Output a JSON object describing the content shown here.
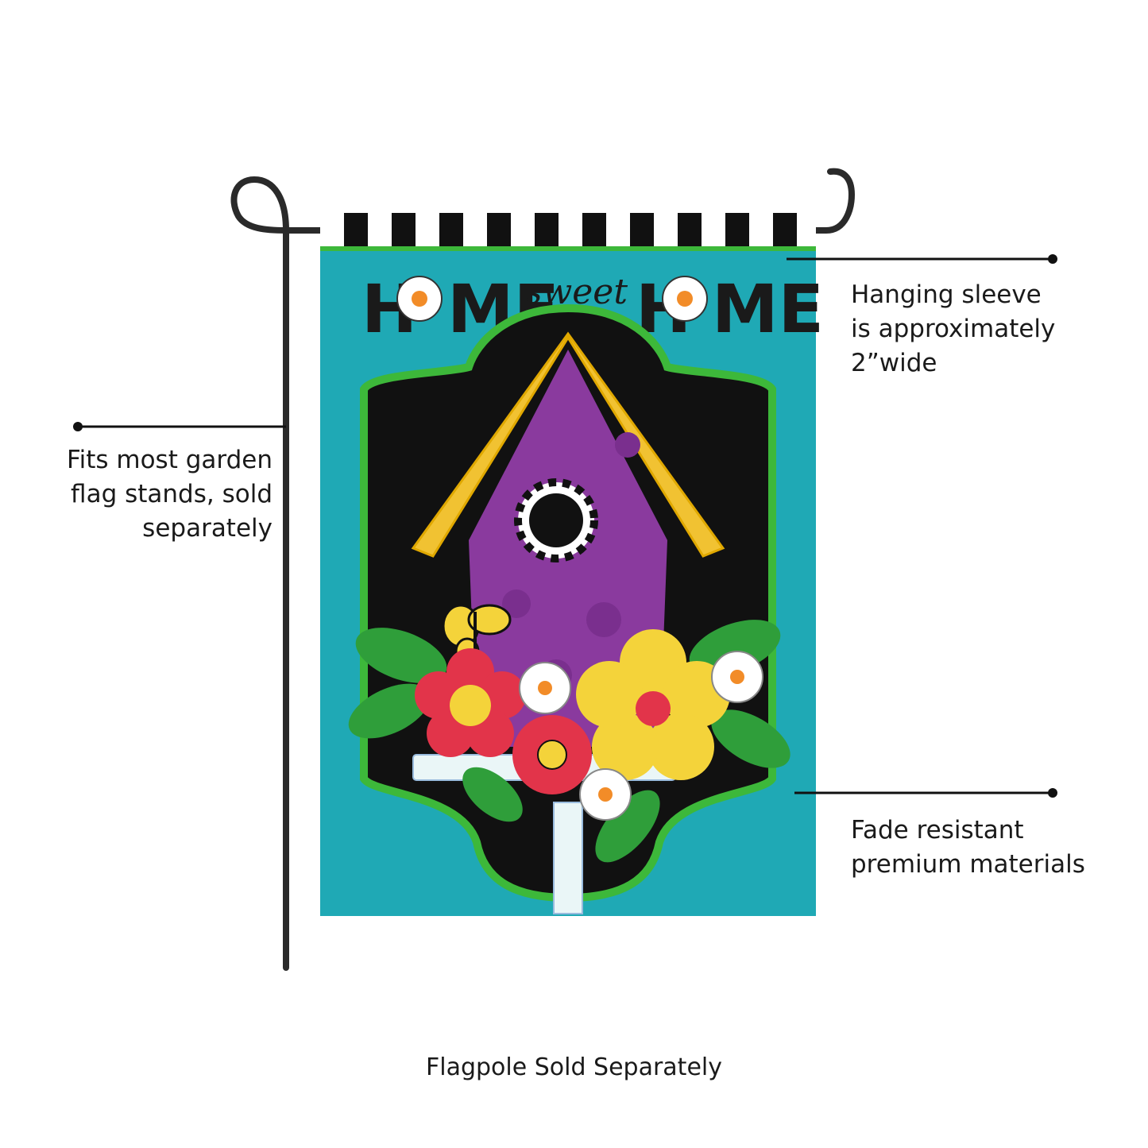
{
  "callouts": {
    "sleeve": {
      "line1": "Hanging sleeve",
      "line2": "is approximately",
      "line3": "2”wide"
    },
    "stands": {
      "line1": "Fits most garden",
      "line2": "flag stands, sold",
      "line3": "separately"
    },
    "fade": {
      "line1": "Fade resistant",
      "line2": "premium materials"
    }
  },
  "footer_note": "Flagpole Sold Separately",
  "flag": {
    "title_left": "H",
    "title_left_rest": "ME",
    "title_middle": "sweet",
    "title_right": "H",
    "title_right_rest": "ME"
  },
  "colors": {
    "flag_teal": "#1fa9b5",
    "panel_black": "#111111",
    "panel_border_green": "#3db83a",
    "house_purple": "#8a3a9e",
    "roof_yellow": "#f1c232",
    "flower_red": "#e2344a",
    "flower_yellow": "#f4d33a",
    "leaf_green": "#2f9e3a",
    "pole": "#2a2a2a"
  },
  "icons": [
    "daisy-icon",
    "butterfly-icon",
    "birdhouse-icon",
    "flower-icon",
    "leaf-icon"
  ]
}
